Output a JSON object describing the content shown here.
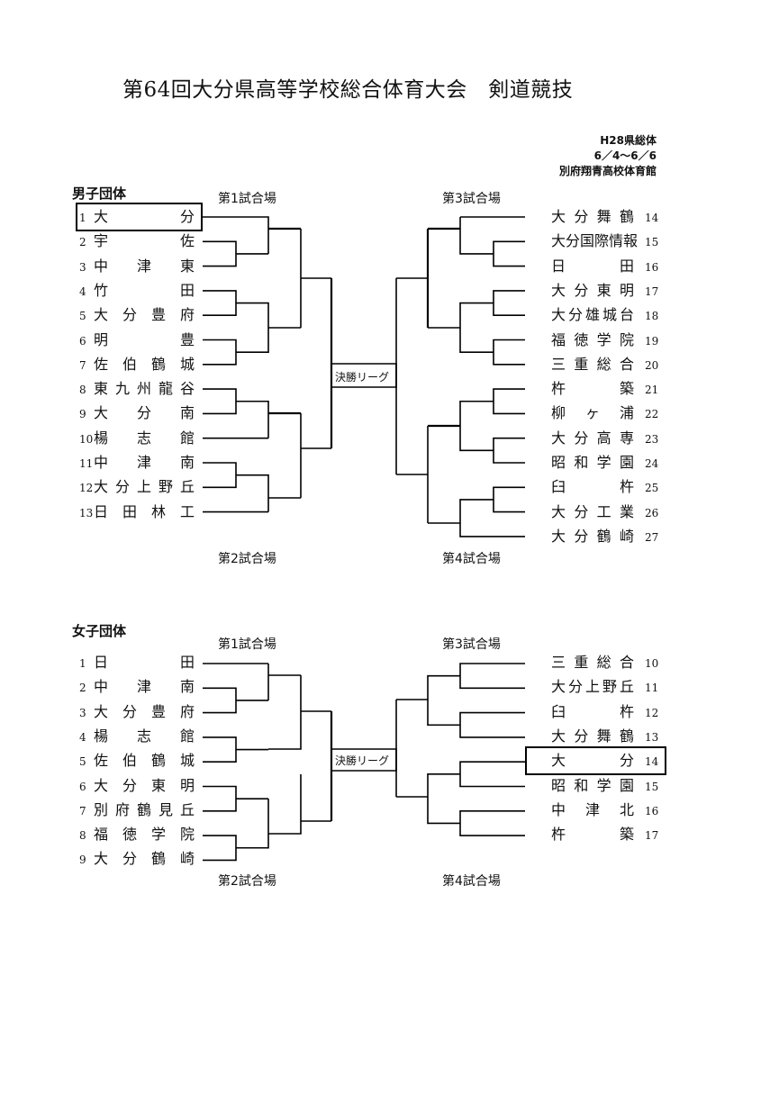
{
  "title": "第64回大分県高等学校総合体育大会　剣道競技",
  "meta": {
    "line1": "H28県総体",
    "line2": "6／4〜6／6",
    "line3": "別府翔青高校体育館"
  },
  "men": {
    "label": "男子団体",
    "venues": {
      "v1": "第1試合場",
      "v2": "第2試合場",
      "v3": "第3試合場",
      "v4": "第4試合場"
    },
    "final_label": "決勝リーグ",
    "left": [
      {
        "num": "1",
        "name": "大　分"
      },
      {
        "num": "2",
        "name": "宇　佐"
      },
      {
        "num": "3",
        "name": "中津東"
      },
      {
        "num": "4",
        "name": "竹　田"
      },
      {
        "num": "5",
        "name": "大分豊府"
      },
      {
        "num": "6",
        "name": "明　豊"
      },
      {
        "num": "7",
        "name": "佐伯鶴城"
      },
      {
        "num": "8",
        "name": "東九州龍谷"
      },
      {
        "num": "9",
        "name": "大分南"
      },
      {
        "num": "10",
        "name": "楊志館"
      },
      {
        "num": "11",
        "name": "中津南"
      },
      {
        "num": "12",
        "name": "大分上野丘"
      },
      {
        "num": "13",
        "name": "日田林工"
      }
    ],
    "right": [
      {
        "num": "14",
        "name": "大分舞鶴"
      },
      {
        "num": "15",
        "name": "大分国際情報"
      },
      {
        "num": "16",
        "name": "日　田"
      },
      {
        "num": "17",
        "name": "大分東明"
      },
      {
        "num": "18",
        "name": "大分雄城台"
      },
      {
        "num": "19",
        "name": "福徳学院"
      },
      {
        "num": "20",
        "name": "三重総合"
      },
      {
        "num": "21",
        "name": "杵　築"
      },
      {
        "num": "22",
        "name": "柳ヶ浦"
      },
      {
        "num": "23",
        "name": "大分高専"
      },
      {
        "num": "24",
        "name": "昭和学園"
      },
      {
        "num": "25",
        "name": "臼　杵"
      },
      {
        "num": "26",
        "name": "大分工業"
      },
      {
        "num": "27",
        "name": "大分鶴崎"
      }
    ]
  },
  "women": {
    "label": "女子団体",
    "venues": {
      "v1": "第1試合場",
      "v2": "第2試合場",
      "v3": "第3試合場",
      "v4": "第4試合場"
    },
    "final_label": "決勝リーグ",
    "left": [
      {
        "num": "1",
        "name": "日　田"
      },
      {
        "num": "2",
        "name": "中津南"
      },
      {
        "num": "3",
        "name": "大分豊府"
      },
      {
        "num": "4",
        "name": "楊志館"
      },
      {
        "num": "5",
        "name": "佐伯鶴城"
      },
      {
        "num": "6",
        "name": "大分東明"
      },
      {
        "num": "7",
        "name": "別府鶴見丘"
      },
      {
        "num": "8",
        "name": "福徳学院"
      },
      {
        "num": "9",
        "name": "大分鶴崎"
      }
    ],
    "right": [
      {
        "num": "10",
        "name": "三重総合"
      },
      {
        "num": "11",
        "name": "大分上野丘"
      },
      {
        "num": "12",
        "name": "臼　杵"
      },
      {
        "num": "13",
        "name": "大分舞鶴"
      },
      {
        "num": "14",
        "name": "大　分"
      },
      {
        "num": "15",
        "name": "昭和学園"
      },
      {
        "num": "16",
        "name": "中津北"
      },
      {
        "num": "17",
        "name": "杵　築"
      }
    ]
  }
}
